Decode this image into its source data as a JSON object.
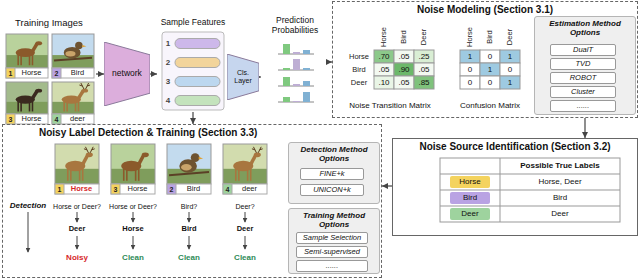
{
  "diagram": {
    "nodes": [
      {
        "text": [
          "Training Images"
        ]
      },
      {
        "text": [
          "network"
        ]
      },
      {
        "text": [
          "Sample Features"
        ]
      },
      {
        "text": [
          "Cls. Layer"
        ]
      },
      {
        "text": [
          "Prediction Probabilities"
        ]
      },
      {
        "text": [
          "Noise Modeling (Section 3.1)"
        ]
      },
      {
        "text": [
          "Noise Transition Matrix"
        ],
        "in": 5
      },
      {
        "text": [
          "Confusion Matrix"
        ],
        "in": 5
      },
      {
        "text": [
          "Estimation Method Options"
        ],
        "in": 5
      },
      {
        "text": [
          "DualT"
        ],
        "in": 8
      },
      {
        "text": [
          "TVD"
        ],
        "in": 8
      },
      {
        "text": [
          "ROBOT"
        ],
        "in": 8
      },
      {
        "text": [
          "Cluster"
        ],
        "in": 8
      },
      {
        "text": [
          "......"
        ],
        "in": 8
      },
      {
        "text": [
          "Noise Source Identification (Section 3.2)"
        ]
      },
      {
        "text": [
          "Noisy Label Detection & Training (Section 3.3)"
        ]
      },
      {
        "text": [
          "Detection Method Options"
        ],
        "in": 15
      },
      {
        "text": [
          "FINE+k"
        ],
        "in": 16
      },
      {
        "text": [
          "UNICON+k"
        ],
        "in": 16
      },
      {
        "text": [
          "Training Method Options"
        ],
        "in": 15
      },
      {
        "text": [
          "Sample Selection"
        ],
        "in": 19
      },
      {
        "text": [
          "Semi-supervised"
        ],
        "in": 19
      },
      {
        "text": [
          "......"
        ],
        "in": 19
      }
    ],
    "edges": [
      {
        "from": 0,
        "to": 1,
        "arrow": "to"
      },
      {
        "from": 1,
        "to": 2,
        "arrow": "to"
      },
      {
        "from": 3,
        "to": 4,
        "arrow": "to"
      },
      {
        "from": 4,
        "to": 5,
        "arrow": "to"
      },
      {
        "from": 5,
        "to": 14,
        "arrow": "to"
      },
      {
        "from": 14,
        "to": 15,
        "arrow": "to"
      },
      {
        "from": 2,
        "to": 15,
        "arrow": "to"
      }
    ],
    "labels": [
      "1",
      "Horse",
      "2",
      "Bird",
      "3",
      "Horse",
      "4",
      "deer",
      "1",
      "2",
      "3",
      "4",
      "Horse",
      "Bird",
      "Deer",
      "Horse",
      ".70",
      ".05",
      ".25",
      "Bird",
      ".05",
      ".90",
      ".05",
      "Deer",
      ".10",
      ".05",
      ".85",
      "Horse",
      "Bird",
      "Deer",
      "1",
      "0",
      "1",
      "0",
      "1",
      "0",
      "0",
      "0",
      "1",
      "Possible True Labels",
      "Horse",
      "Horse, Deer",
      "Bird",
      "Bird",
      "Deer",
      "Deer",
      "1",
      "Horse",
      "3",
      "Horse",
      "2",
      "Bird",
      "4",
      "deer",
      "Detection",
      "Horse or Deer?",
      "Horse or Deer?",
      "Bird?",
      "Deer?",
      "Deer",
      "Horse",
      "Bird",
      "Deer",
      "Noisy",
      "Clean",
      "Clean",
      "Clean"
    ]
  }
}
